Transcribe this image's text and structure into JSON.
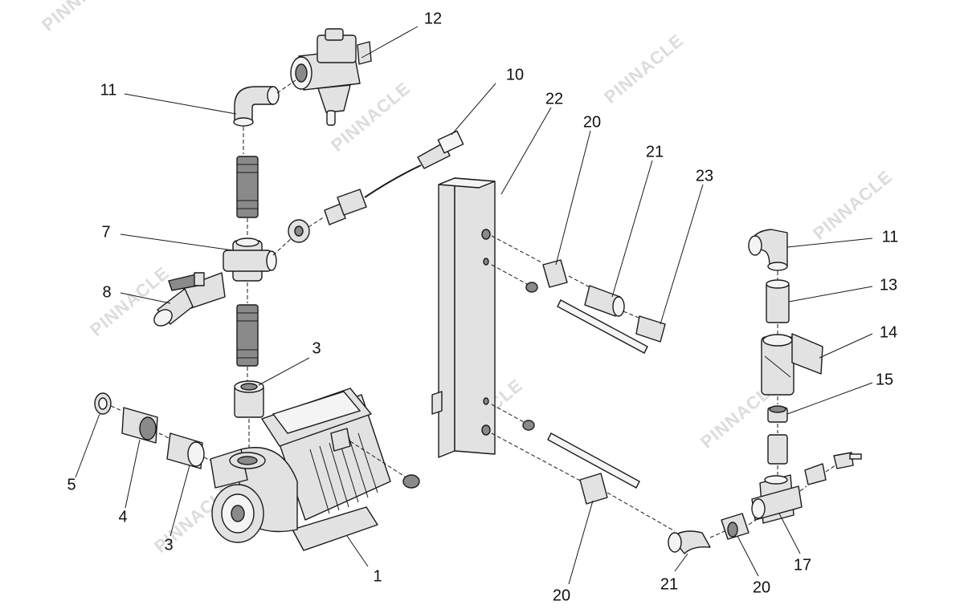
{
  "callouts": {
    "c1": "1",
    "c3a": "3",
    "c3b": "3",
    "c4": "4",
    "c5": "5",
    "c7": "7",
    "c8": "8",
    "c10": "10",
    "c11a": "11",
    "c11b": "11",
    "c12": "12",
    "c13": "13",
    "c14": "14",
    "c15": "15",
    "c17": "17",
    "c20a": "20",
    "c20b": "20",
    "c20c": "20",
    "c21a": "21",
    "c21b": "21",
    "c22": "22",
    "c23": "23"
  },
  "watermark": {
    "text": "PINNACLE"
  },
  "colors": {
    "line": "#1a1a1a",
    "fill": "#e2e2e2",
    "watermark": "#dcdcdc"
  }
}
